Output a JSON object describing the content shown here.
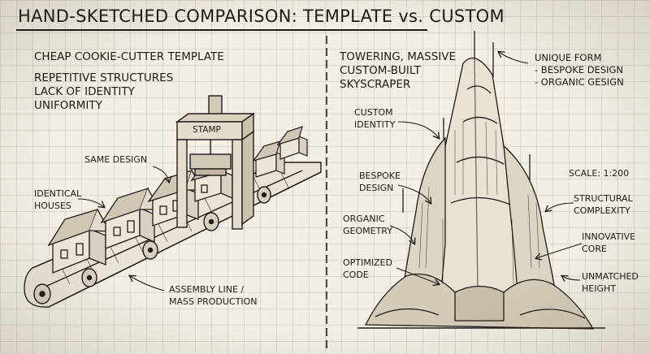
{
  "title": "HAND-SKETCHED COMPARISON: TEMPLATE vs. CUSTOM",
  "left_panel": {
    "heading": "CHEAP COOKIE-CUTTER TEMPLATE",
    "traits": "REPETITIVE STRUCTURES\nLACK OF IDENTITY\nUNIFORMITY",
    "stamp_label": "STAMP",
    "same_design": "SAME DESIGN",
    "identical_houses": "IDENTICAL\nHOUSES",
    "assembly_line": "ASSEMBLY LINE /\nMASS PRODUCTION"
  },
  "right_panel": {
    "heading": "TOWERING, MASSIVE\nCUSTOM-BUILT\nSKYSCRAPER",
    "unique_form": "UNIQUE FORM\n- BESPOKE DESIGN\n- ORGANIC GESIGN",
    "custom_identity": "CUSTOM\nIDENTITY",
    "bespoke_design": "BESPOKE\nDESIGN",
    "organic_geometry": "ORGANIC\nGEOMETRY",
    "optimized_code": "OPTIMIZED\nCODE",
    "scale": "SCALE: 1:200",
    "structural_complexity": "STRUCTURAL\nCOMPLEXITY",
    "innovative_core": "INNOVATIVE\nCORE",
    "unmatched_height": "UNMATCHED\nHEIGHT"
  },
  "colors": {
    "paper": "#f3efe6",
    "ink": "#1e1c19",
    "grid": "#b8ae9c"
  }
}
